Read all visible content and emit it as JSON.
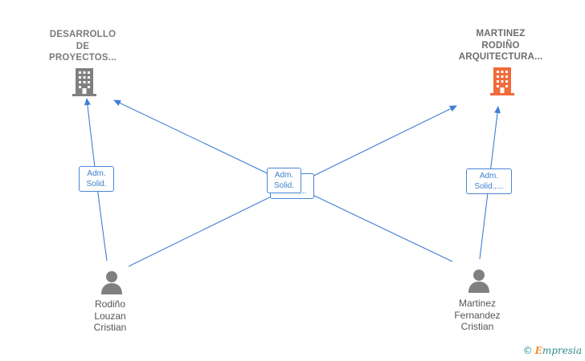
{
  "companies": [
    {
      "id": "c1",
      "lines": [
        "DESARROLLO",
        "DE",
        "PROYECTOS..."
      ],
      "icon": "building-icon",
      "color": "#808080"
    },
    {
      "id": "c2",
      "lines": [
        "MARTINEZ",
        "RODIÑO",
        "ARQUITECTURA..."
      ],
      "icon": "building-icon",
      "color": "#f26b3a"
    }
  ],
  "people": [
    {
      "id": "p1",
      "lines": [
        "Rodiño",
        "Louzan",
        "Cristian"
      ],
      "icon": "person-icon",
      "color": "#808080"
    },
    {
      "id": "p2",
      "lines": [
        "Martinez",
        "Fernandez",
        "Cristian"
      ],
      "icon": "person-icon",
      "color": "#808080"
    }
  ],
  "roles": [
    {
      "id": "r1",
      "lines": [
        "Adm.",
        "Solid."
      ]
    },
    {
      "id": "r2",
      "lines": [
        "Adm.",
        "Solid.,..."
      ]
    },
    {
      "id": "r3",
      "lines": [
        "Adm.",
        "Solid.,..."
      ]
    },
    {
      "id": "r4",
      "lines": [
        "Adm.",
        "Solid."
      ]
    }
  ],
  "edge_color": "#3d7fd4",
  "brand": {
    "copyright": "©",
    "e": "E",
    "name": "mpresia"
  }
}
